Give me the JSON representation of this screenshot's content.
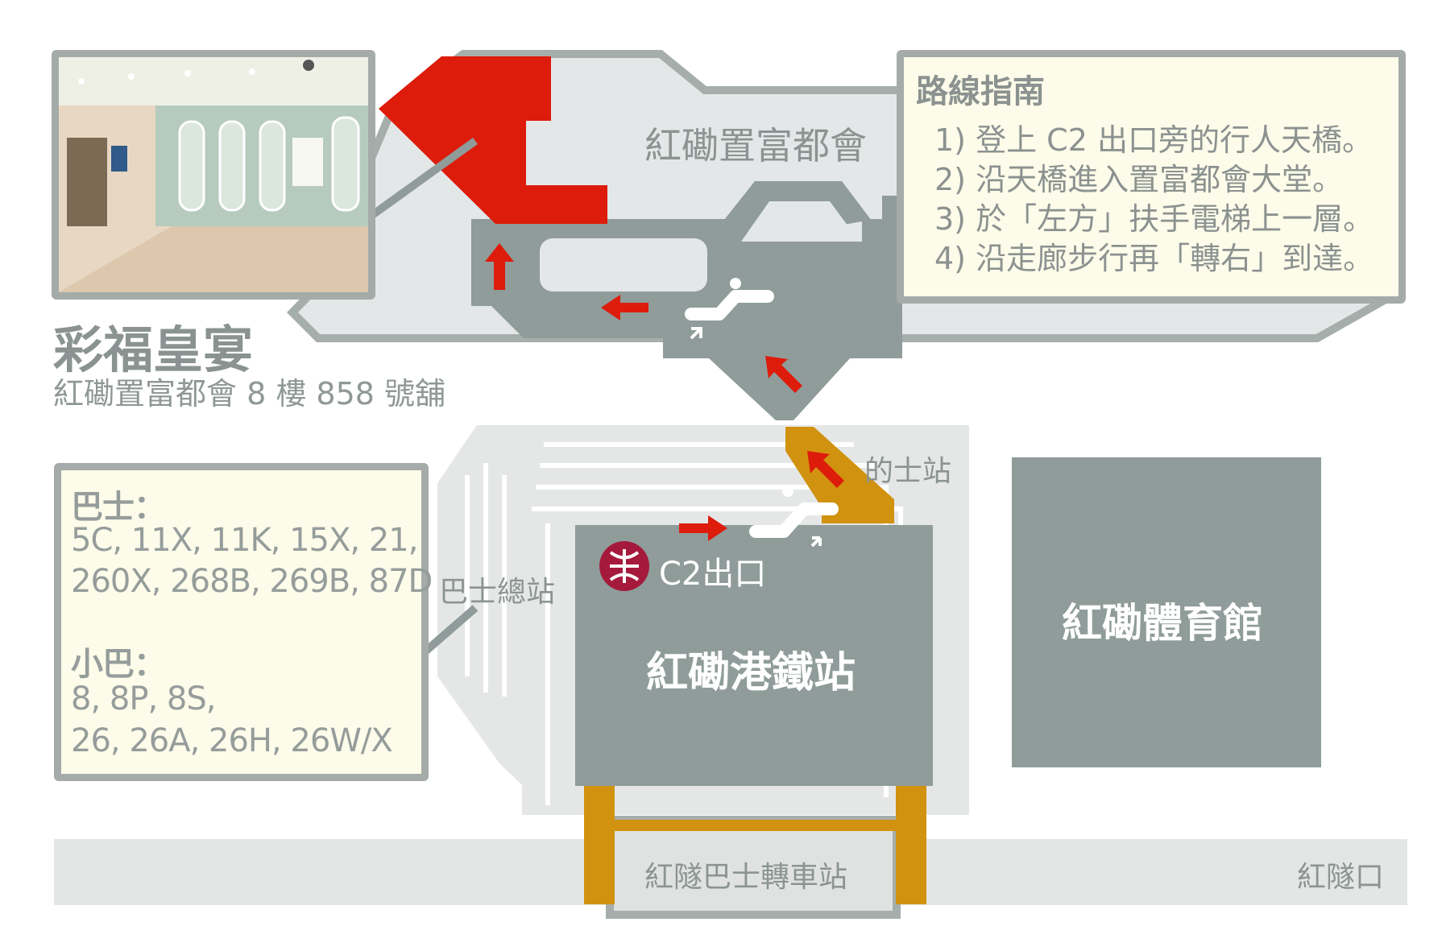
{
  "restaurant": {
    "name": "彩福皇宴",
    "address": "紅磡置富都會 8 樓 858 號舖"
  },
  "route_guide": {
    "title": "路線指南",
    "steps": [
      "1) 登上 C2 出口旁的行人天橋。",
      "2) 沿天橋進入置富都會大堂。",
      "3) 於「左方」扶手電梯上一層。",
      "4) 沿走廊步行再「轉右」到達。"
    ]
  },
  "transport": {
    "bus_title": "巴士：",
    "bus_routes": [
      "5C, 11X, 11K, 15X, 21,",
      "260X, 268B, 269B, 87D"
    ],
    "minibus_title": "小巴：",
    "minibus_routes": [
      "8, 8P, 8S,",
      "26, 26A, 26H, 26W/X"
    ]
  },
  "map_labels": {
    "mall": "紅磡置富都會",
    "taxi": "的士站",
    "bus_terminus": "巴士總站",
    "exit": "C2出口",
    "station": "紅磡港鐵站",
    "coliseum": "紅磡體育館",
    "tunnel_bus": "紅隧巴士轉車站",
    "tunnel": "紅隧口"
  },
  "colors": {
    "building_gray": "#8f9c9a",
    "light_gray": "#e4e6e6",
    "bridge_orange": "#d1920f",
    "highlight_red": "#dd1c0c",
    "mtr_red": "#a51a3c",
    "panel_fill": "#fdfbe9",
    "panel_border": "#a4aba9"
  },
  "icons": [
    "mtr-logo-icon",
    "escalator-icon",
    "direction-arrow-icon",
    "restaurant-photo-icon"
  ]
}
